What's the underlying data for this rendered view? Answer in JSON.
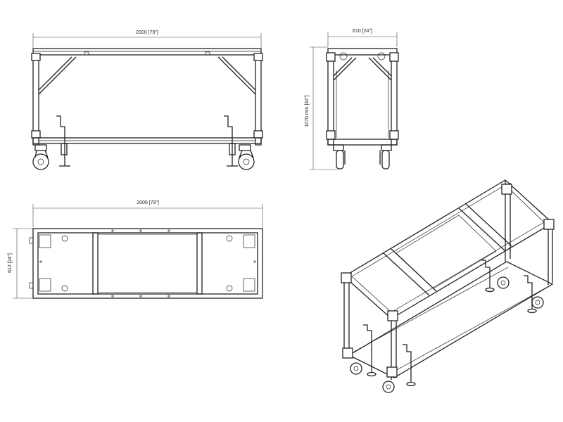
{
  "views": {
    "front": {
      "width_label": "2000 [79\"]"
    },
    "side": {
      "width_label": "610 [24\"]",
      "height_label": "1070 mm [42\"]"
    },
    "top": {
      "width_label": "2000 [79\"]",
      "depth_label": "612 [24\"]"
    }
  },
  "colors": {
    "line": "#222222",
    "background": "#ffffff"
  }
}
